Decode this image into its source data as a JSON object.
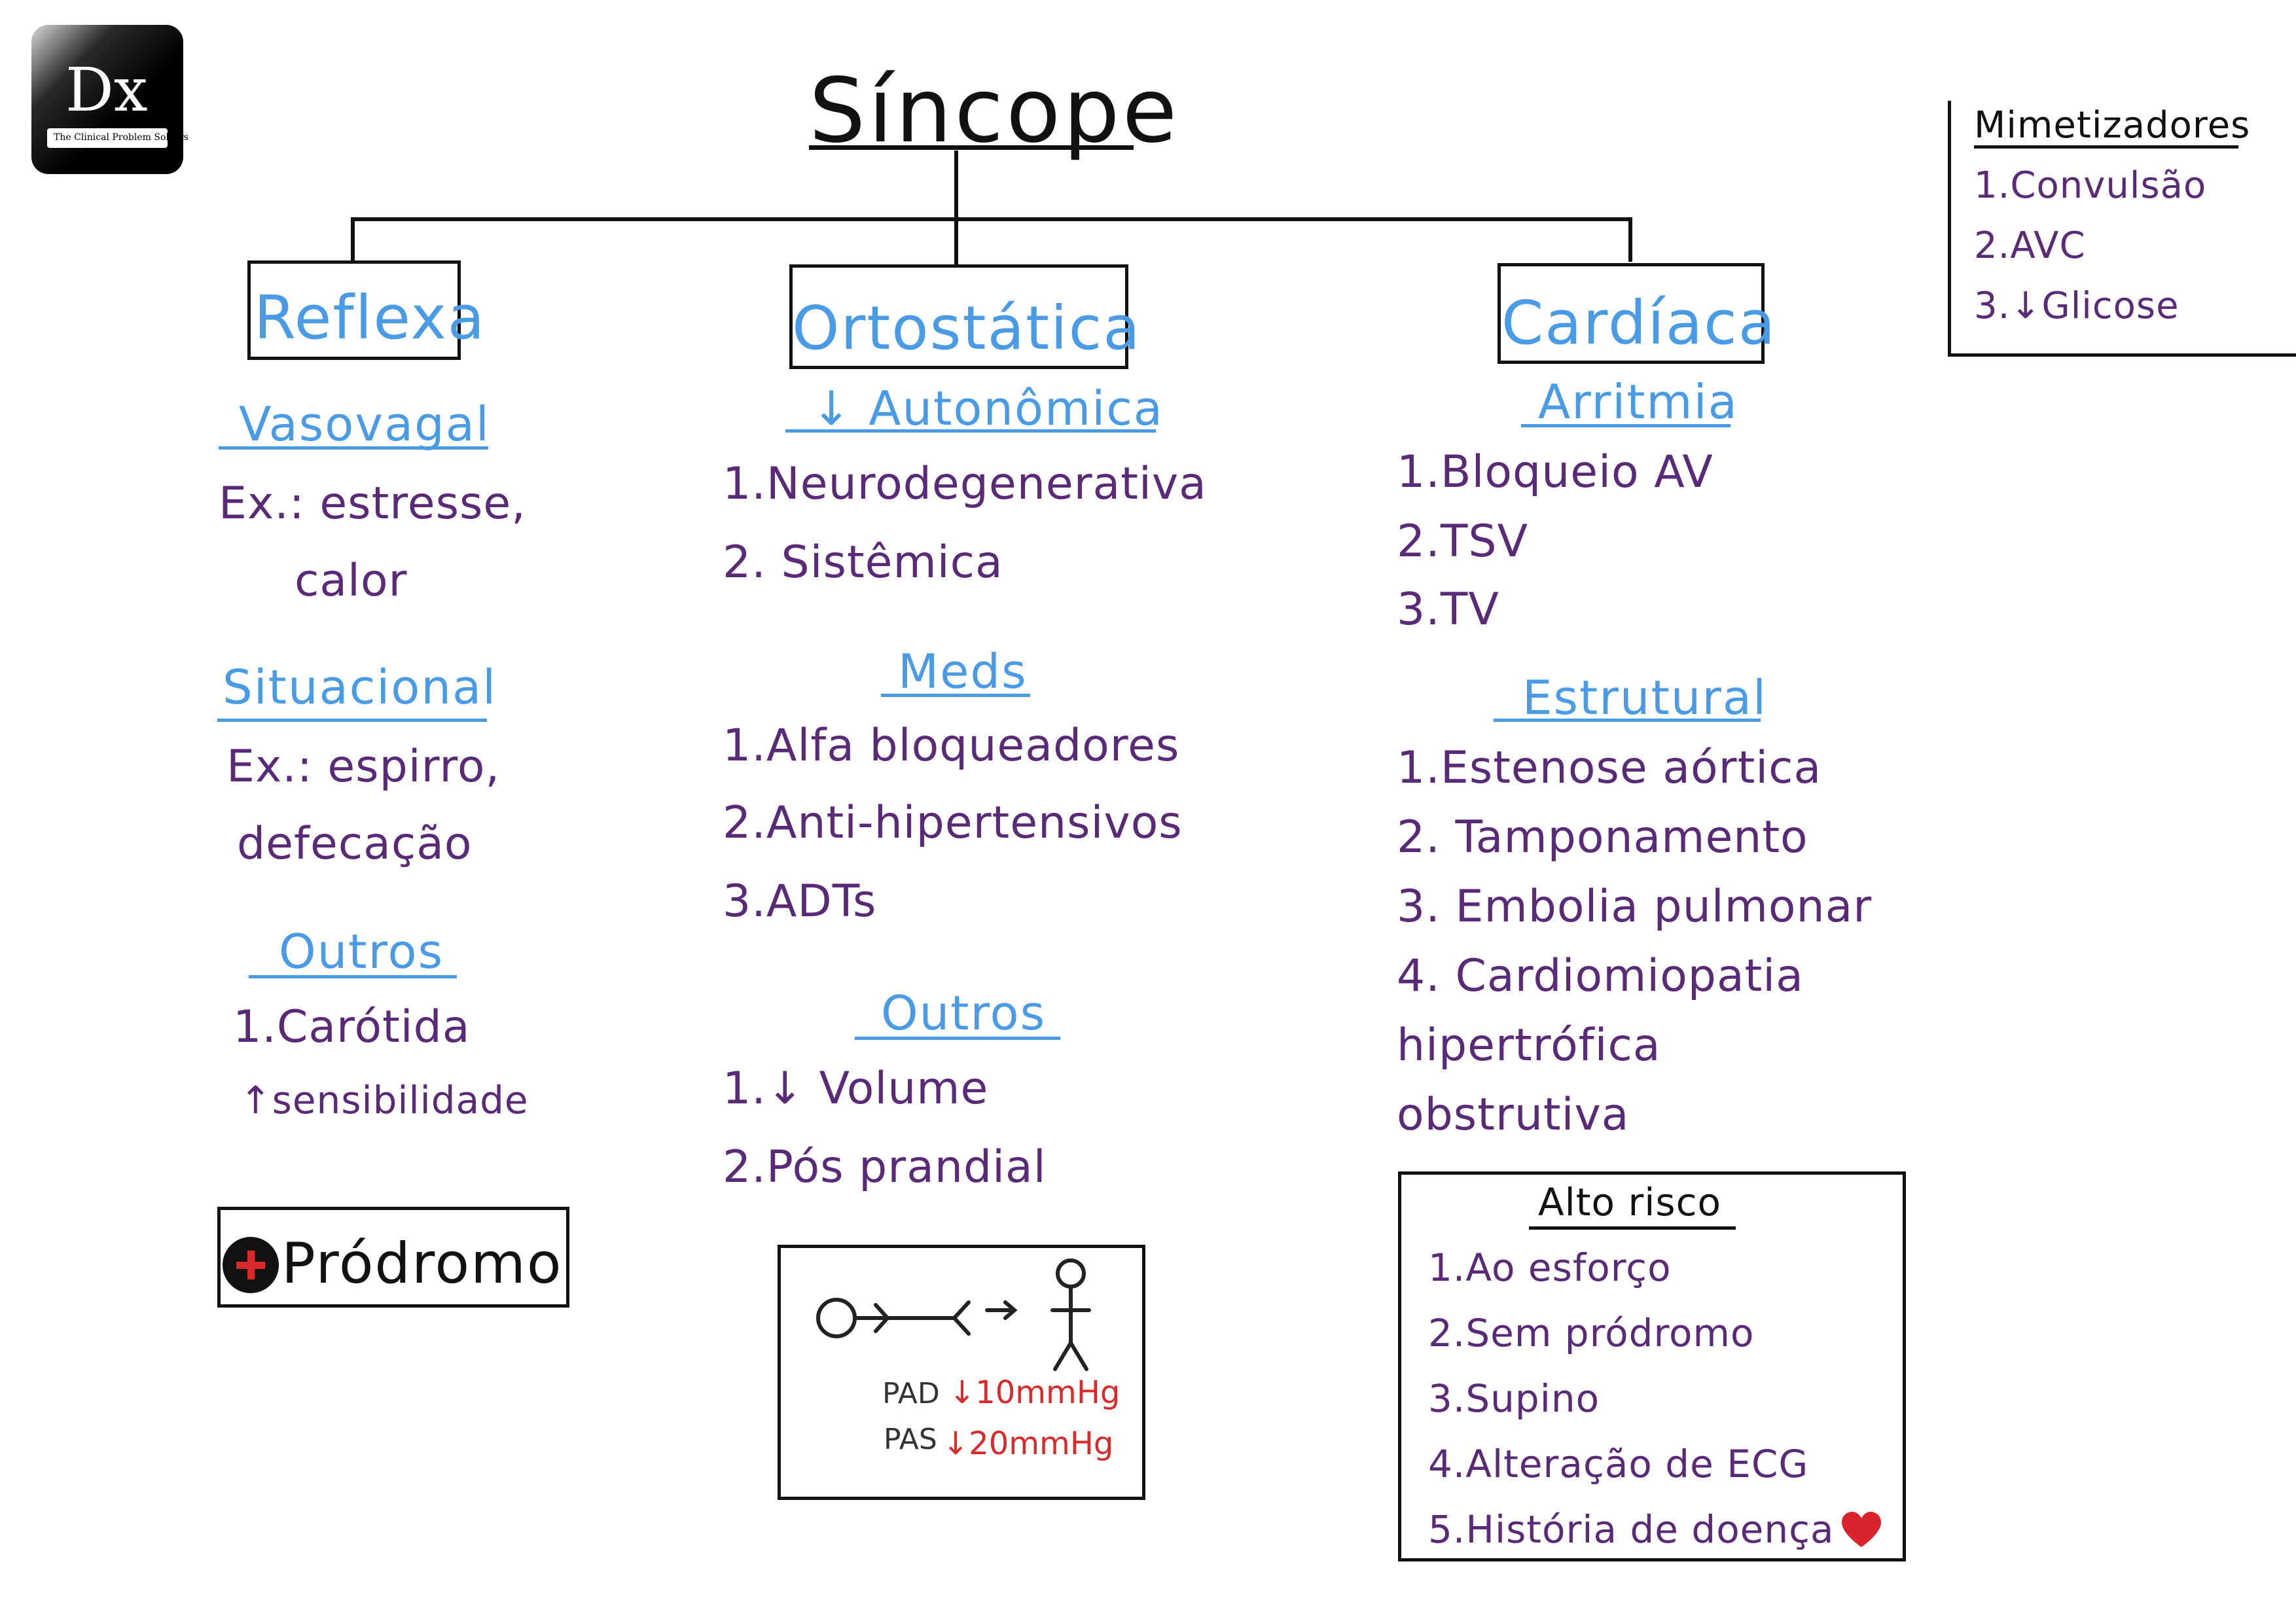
{
  "logo": {
    "mark": "Dx",
    "tagline": "The Clinical Problem Solvers"
  },
  "title": "Síncope",
  "colors": {
    "blue": "#4a9be6",
    "purple": "#5a2a78",
    "red": "#d82a2a",
    "black": "#111111"
  },
  "branches": {
    "reflexa": {
      "title": "Reflexa",
      "vasovagal": {
        "title": "Vasovagal",
        "line1": "Ex.: estresse,",
        "line2": "calor"
      },
      "situacional": {
        "title": "Situacional",
        "line1": "Ex.: espirro,",
        "line2": "defecação"
      },
      "outros": {
        "title": "Outros",
        "item1": "1.Carótida",
        "item2": "↑sensibilidade"
      },
      "prodromo": {
        "label": "Pródromo",
        "icon": "plus-circle-icon"
      }
    },
    "ortostatica": {
      "title": "Ortostática",
      "autonomica": {
        "title": "↓ Autonômica",
        "items": [
          "1.Neurodegenerativa",
          "2. Sistêmica"
        ]
      },
      "meds": {
        "title": "Meds",
        "items": [
          "1.Alfa bloqueadores",
          "2.Anti-hipertensivos",
          "3.ADTs"
        ]
      },
      "outros": {
        "title": "Outros",
        "items": [
          "1.↓ Volume",
          "2.Pós prandial"
        ]
      },
      "figure": {
        "pad": "PAD",
        "pad_value": "↓10mmHg",
        "pas": "PAS",
        "pas_value": "↓20mmHg"
      }
    },
    "cardiaca": {
      "title": "Cardíaca",
      "arritmia": {
        "title": "Arritmia",
        "items": [
          "1.Bloqueio AV",
          "2.TSV",
          "3.TV"
        ]
      },
      "estrutural": {
        "title": "Estrutural",
        "items": [
          "1.Estenose aórtica",
          "2. Tamponamento",
          "3. Embolia pulmonar",
          "4. Cardiomiopatia",
          "hipertrófica",
          "obstrutiva"
        ]
      },
      "alto_risco": {
        "title": "Alto risco",
        "items": [
          "1.Ao esforço",
          "2.Sem pródromo",
          "3.Supino",
          "4.Alteração de ECG",
          "5.História de doença"
        ]
      }
    }
  },
  "mimetizadores": {
    "title": "Mimetizadores",
    "items": [
      "1.Convulsão",
      "2.AVC",
      "3.↓Glicose"
    ]
  }
}
